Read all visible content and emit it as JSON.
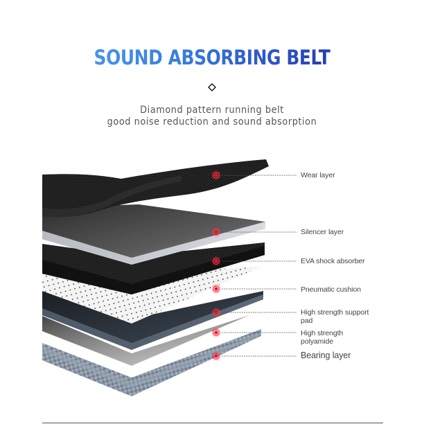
{
  "header": {
    "title": "SOUND ABSORBING BELT",
    "separator_icon": "diamond-outline-icon",
    "subtitle_line1": "Diamond pattern running belt",
    "subtitle_line2": "good noise reduction and sound absorption"
  },
  "colors": {
    "title_gradient_start": "#4fa6f2",
    "title_gradient_end": "#1e23a2",
    "marker_red": "#e8152c",
    "label_text": "#444444",
    "leader_line": "#555555"
  },
  "layers": [
    {
      "label": "Wear layer",
      "marker_icon": "red-target-marker-icon"
    },
    {
      "label": "Silencer layer",
      "marker_icon": "red-target-marker-icon"
    },
    {
      "label": "EVA shock absorber",
      "marker_icon": "red-target-marker-icon"
    },
    {
      "label": "Pneumatic cushion",
      "marker_icon": "red-target-marker-icon"
    },
    {
      "label": "High strength support\n pad",
      "marker_icon": "red-target-marker-icon"
    },
    {
      "label": "High strength\npolyamide",
      "marker_icon": "red-target-marker-icon"
    },
    {
      "label": "Bearing layer",
      "marker_icon": "red-target-marker-icon"
    }
  ]
}
